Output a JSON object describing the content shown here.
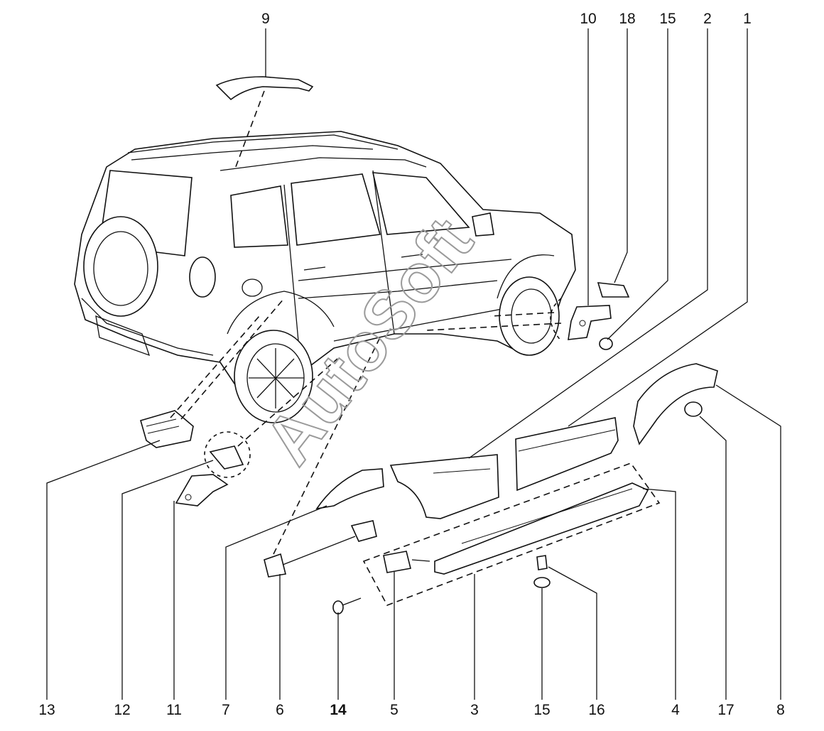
{
  "diagram": {
    "top_labels": [
      "9",
      "10",
      "18",
      "15",
      "2",
      "1"
    ],
    "bottom_labels": [
      "13",
      "12",
      "11",
      "7",
      "6",
      "14",
      "5",
      "3",
      "15",
      "16",
      "4",
      "17",
      "8"
    ],
    "watermark": "AutoSoft",
    "bold_labels": [
      "14"
    ]
  }
}
